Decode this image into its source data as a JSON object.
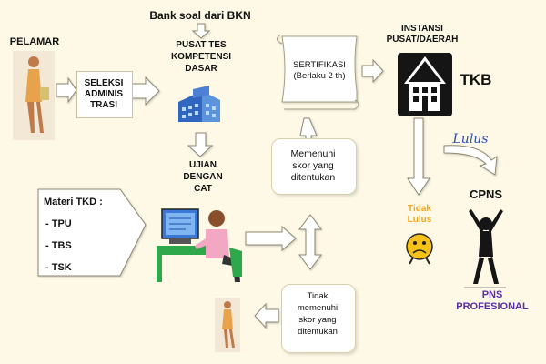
{
  "bank_soal": "Bank soal dari BKN",
  "pelamar": "PELAMAR",
  "seleksi": [
    "SELEKSI",
    "ADMINIS",
    "TRASI"
  ],
  "pusat_tes": [
    "PUSAT TES",
    "KOMPETENSI",
    "DASAR"
  ],
  "ujian": [
    "UJIAN",
    "DENGAN",
    "CAT"
  ],
  "sertifikasi": [
    "SERTIFIKASI",
    "(Berlaku 2 th)"
  ],
  "instansi": [
    "INSTANSI",
    "PUSAT/DAERAH"
  ],
  "tkb": "TKB",
  "lulus": "Lulus",
  "tidak_lulus": [
    "Tidak",
    "Lulus"
  ],
  "cpns": "CPNS",
  "pns": [
    "PNS",
    "PROFESIONAL"
  ],
  "memenuhi": [
    "Memenuhi",
    "skor yang",
    "ditentukan"
  ],
  "tidak_memenuhi": [
    "Tidak",
    "memenuhi",
    "skor yang",
    "ditentukan"
  ],
  "materi": {
    "title": "Materi TKD :",
    "items": [
      "- TPU",
      "- TBS",
      "- TSK"
    ]
  },
  "colors": {
    "background": "#fdf9e6",
    "lulus_text": "#2a4fb0",
    "tidak_lulus_text": "#f0a818",
    "pns_text": "#5a2fa8",
    "arrow": "#ffffff"
  }
}
